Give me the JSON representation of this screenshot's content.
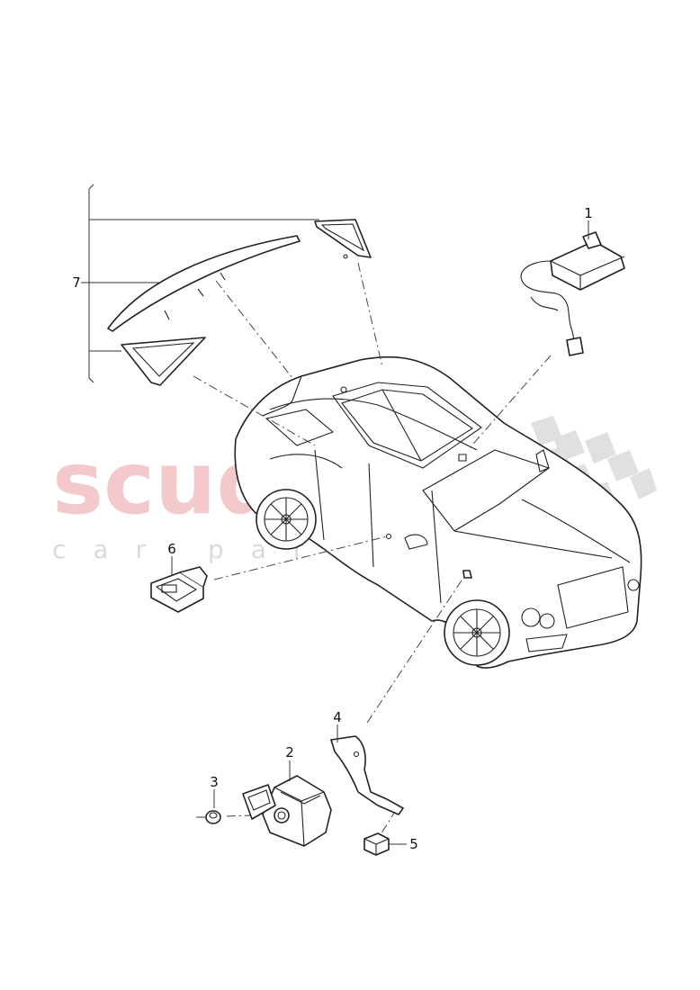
{
  "diagram": {
    "callouts": [
      {
        "id": "1",
        "text": "1"
      },
      {
        "id": "2",
        "text": "2"
      },
      {
        "id": "3",
        "text": "3"
      },
      {
        "id": "4",
        "text": "4"
      },
      {
        "id": "5",
        "text": "5"
      },
      {
        "id": "6",
        "text": "6"
      },
      {
        "id": "7",
        "text": "7"
      }
    ]
  },
  "watermark": {
    "brand": "scuderia",
    "tagline": "car parts",
    "colors": {
      "brand": "#f3c9cc",
      "checker": "#d0d0d0"
    }
  }
}
